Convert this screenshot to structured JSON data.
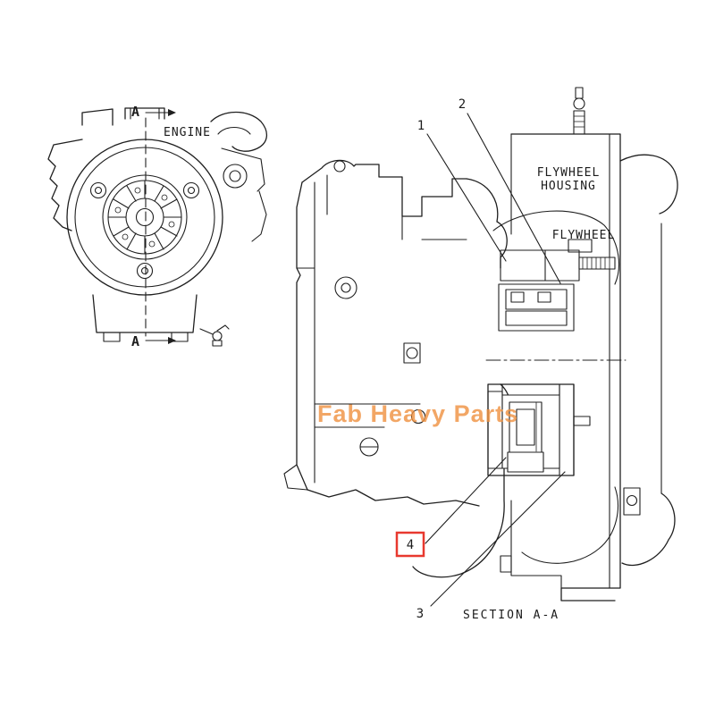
{
  "diagram": {
    "background": "#ffffff",
    "ink": "#1f1f1f",
    "highlight_color": "#e8392f",
    "watermark": {
      "text": "Fab Heavy Parts",
      "color": "#f0913f"
    },
    "labels": {
      "engine": "ENGINE",
      "flywheel_housing_line1": "FLYWHEEL",
      "flywheel_housing_line2": "HOUSING",
      "flywheel": "FLYWHEEL",
      "section_title": "SECTION A-A",
      "section_marker_top": "A",
      "section_marker_bottom": "A"
    },
    "callouts": [
      {
        "id": "1"
      },
      {
        "id": "2"
      },
      {
        "id": "3"
      },
      {
        "id": "4"
      }
    ]
  }
}
